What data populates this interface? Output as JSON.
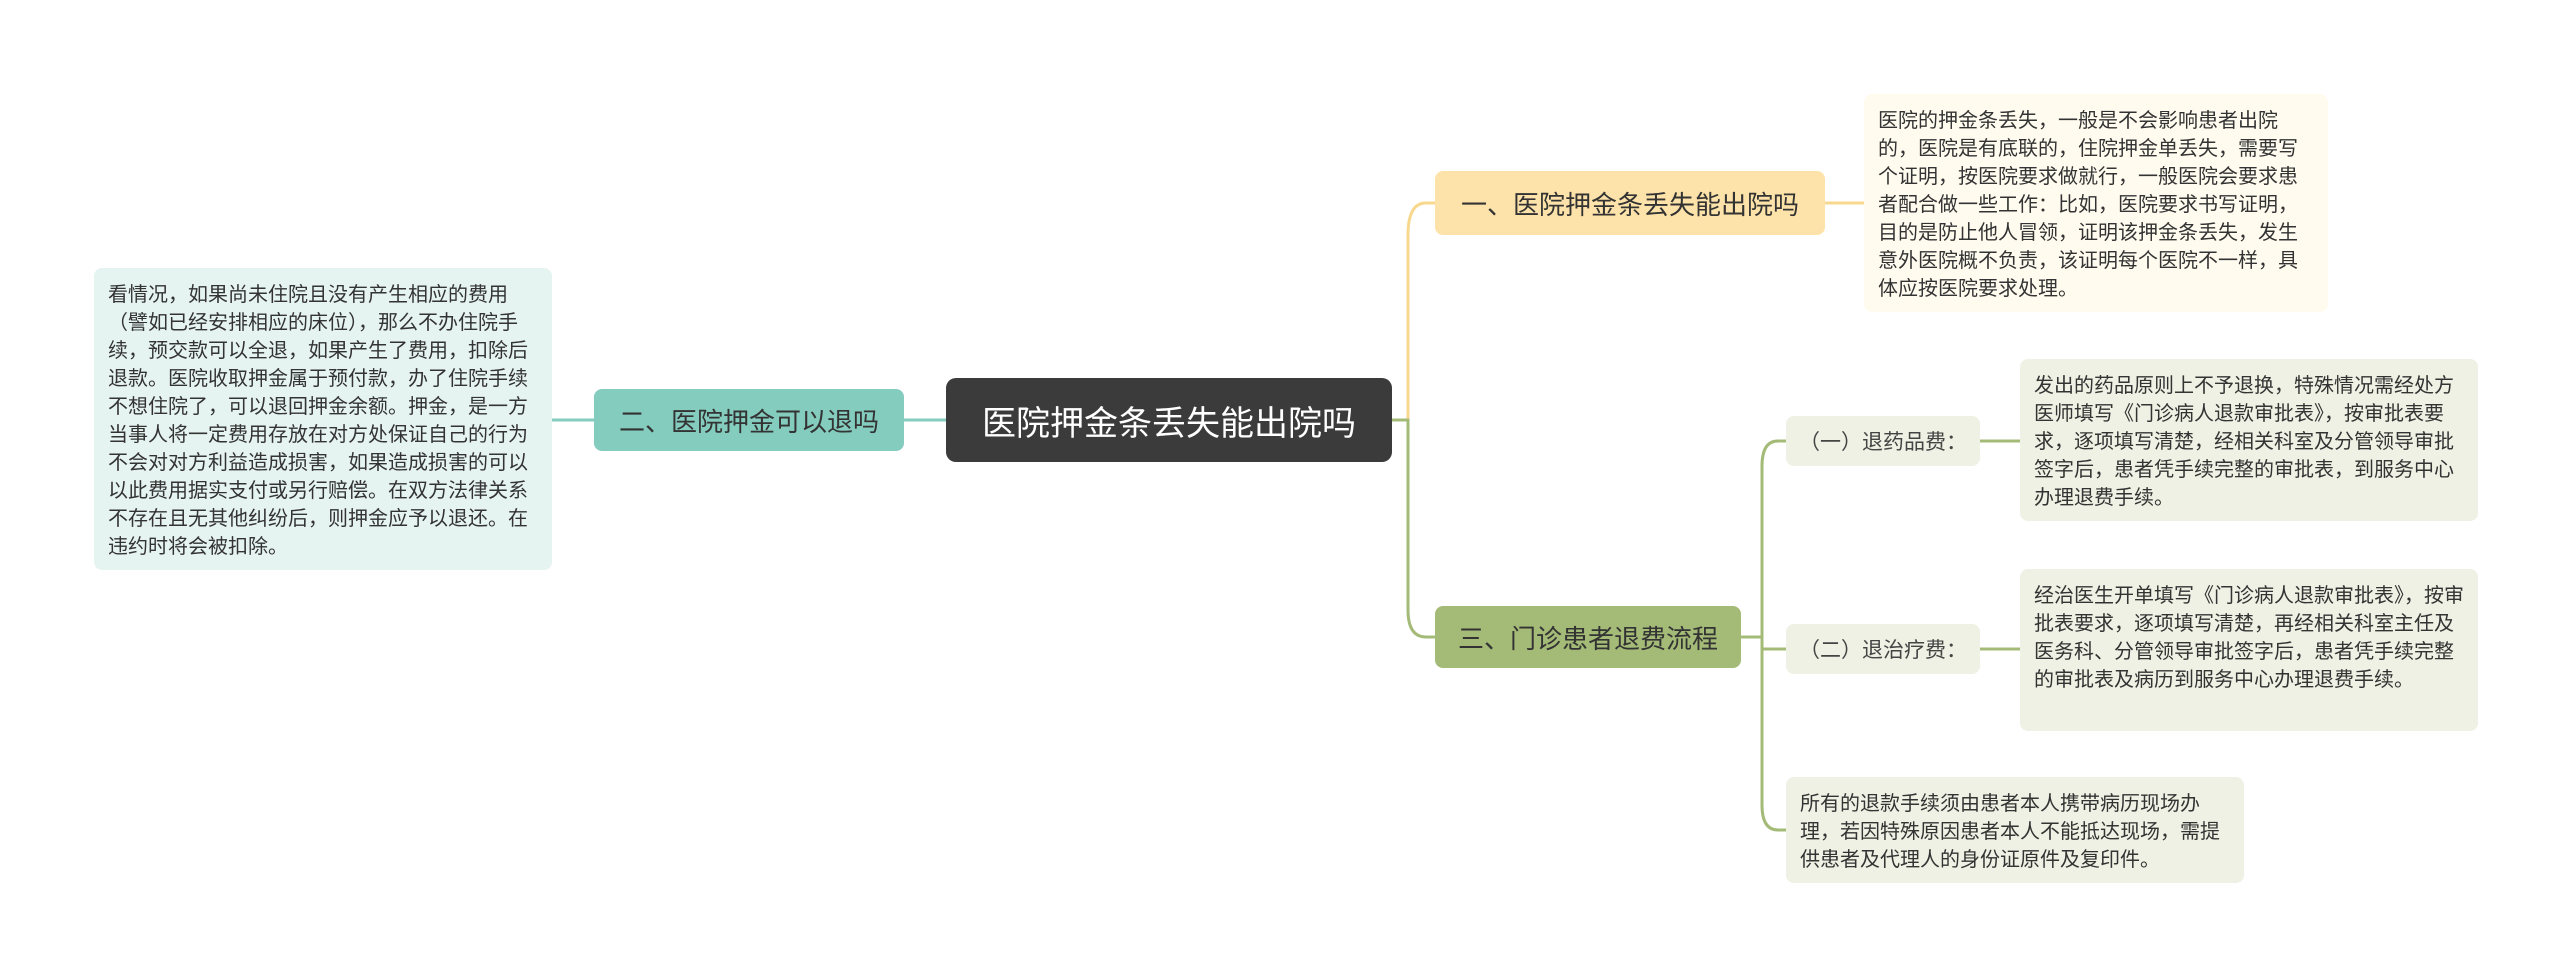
{
  "root": {
    "title": "医院押金条丢失能出院吗"
  },
  "branches": [
    {
      "label": "一、医院押金条丢失能出院吗",
      "detail": "医院的押金条丢失，一般是不会影响患者出院的，医院是有底联的，住院押金单丢失，需要写个证明，按医院要求做就行，一般医院会要求患者配合做一些工作：比如，医院要求书写证明，目的是防止他人冒领，证明该押金条丢失，发生意外医院概不负责，该证明每个医院不一样，具体应按医院要求处理。"
    },
    {
      "label": "二、医院押金可以退吗",
      "detail": "看情况，如果尚未住院且没有产生相应的费用（譬如已经安排相应的床位），那么不办住院手续，预交款可以全退，如果产生了费用，扣除后退款。医院收取押金属于预付款，办了住院手续不想住院了，可以退回押金余额。押金，是一方当事人将一定费用存放在对方处保证自己的行为不会对对方利益造成损害，如果造成损害的可以以此费用据实支付或另行赔偿。在双方法律关系不存在且无其他纠纷后，则押金应予以退还。在违约时将会被扣除。"
    },
    {
      "label": "三、门诊患者退费流程",
      "children": [
        {
          "label": "（一）退药品费：",
          "detail": "发出的药品原则上不予退换，特殊情况需经处方医师填写《门诊病人退款审批表》，按审批表要求，逐项填写清楚，经相关科室及分管领导审批签字后，患者凭手续完整的审批表，到服务中心办理退费手续。"
        },
        {
          "label": "（二）退治疗费：",
          "detail": "经治医生开单填写《门诊病人退款审批表》，按审批表要求，逐项填写清楚，再经相关科室主任及医务科、分管领导审批签字后，患者凭手续完整的审批表及病历到服务中心办理退费手续。"
        }
      ],
      "note": "所有的退款手续须由患者本人携带病历现场办理，若因特殊原因患者本人不能抵达现场，需提供患者及代理人的身份证原件及复印件。"
    }
  ],
  "colors": {
    "root": "#3b3b3b",
    "branch1": "#fde3aa",
    "branch2": "#84ccbe",
    "branch3": "#a4bb77",
    "line1": "#f7d88e",
    "line2": "#84ccbe",
    "line3": "#a4bb77"
  }
}
